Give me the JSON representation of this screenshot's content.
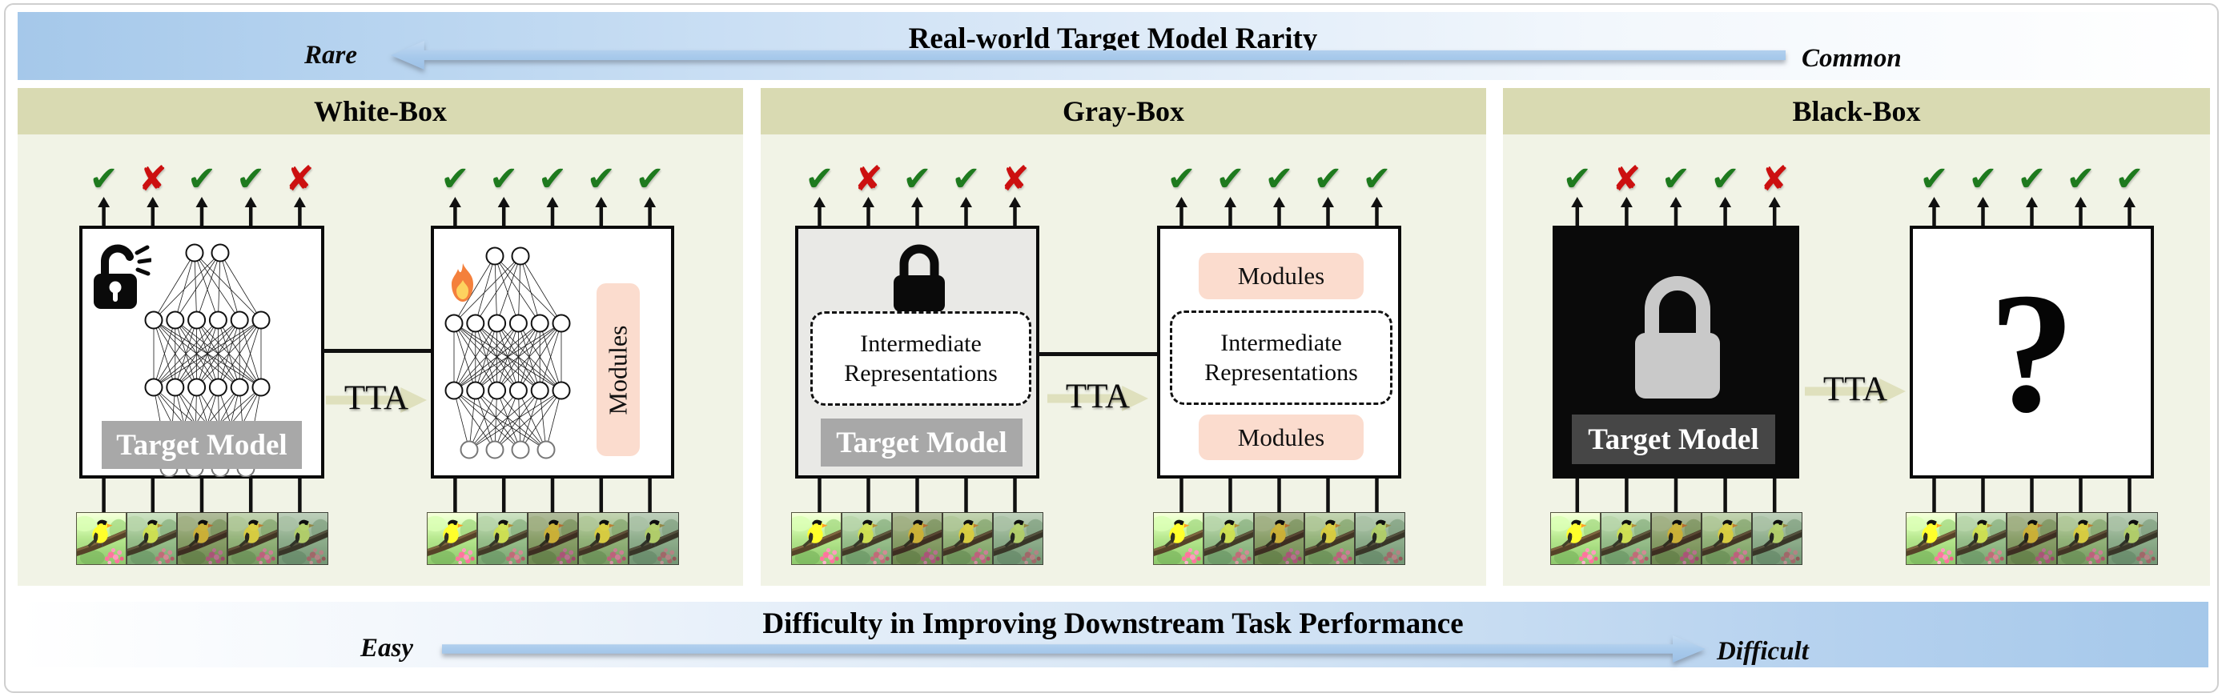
{
  "top_banner": {
    "title": "Real-world Target Model Rarity",
    "left_label": "Rare",
    "right_label": "Common"
  },
  "bottom_banner": {
    "title": "Difficulty in Improving Downstream Task Performance",
    "left_label": "Easy",
    "right_label": "Difficult"
  },
  "panels": {
    "white": {
      "title": "White-Box",
      "target_model_label": "Target Model",
      "tta_label": "TTA",
      "modules_label": "Modules"
    },
    "gray": {
      "title": "Gray-Box",
      "target_model_label": "Target Model",
      "tta_label": "TTA",
      "intermediate_label_before": "Intermediate Representations",
      "intermediate_label_after": "Intermediate Representations",
      "modules_top_label": "Modules",
      "modules_bottom_label": "Modules"
    },
    "black": {
      "title": "Black-Box",
      "target_model_label": "Target Model",
      "tta_label": "TTA",
      "question_mark": "?"
    }
  },
  "marks": {
    "check_glyph": "✔",
    "cross_glyph": "✘",
    "before_pattern": [
      "check",
      "cross",
      "check",
      "check",
      "cross"
    ],
    "after_pattern": [
      "check",
      "check",
      "check",
      "check",
      "check"
    ]
  },
  "colors": {
    "banner_blue": "#a5c8ea",
    "panel_header_olive": "#d9dab2",
    "panel_body": "#f1f3e6",
    "tta_arrow_olive": "#dfe0bd",
    "modules_pink": "#fbdcce",
    "check_green": "#1e7a1e",
    "cross_red": "#cc1010",
    "target_label_gray": "#a8a8a8",
    "target_label_dark": "#464646"
  }
}
